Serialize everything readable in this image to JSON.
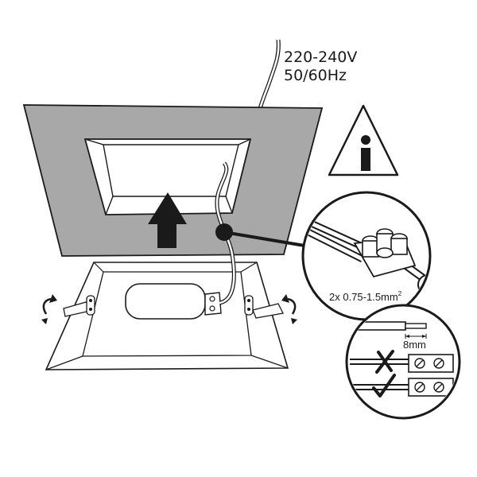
{
  "voltage": "220-240V",
  "frequency": "50/60Hz",
  "wire_spec": "2x 0.75-1.5mm",
  "wire_spec_sup": "2",
  "strip_length": "8mm",
  "colors": {
    "ceiling_gray": "#a8a8a8",
    "outline": "#1a1a1a",
    "panel_white": "#ffffff"
  }
}
